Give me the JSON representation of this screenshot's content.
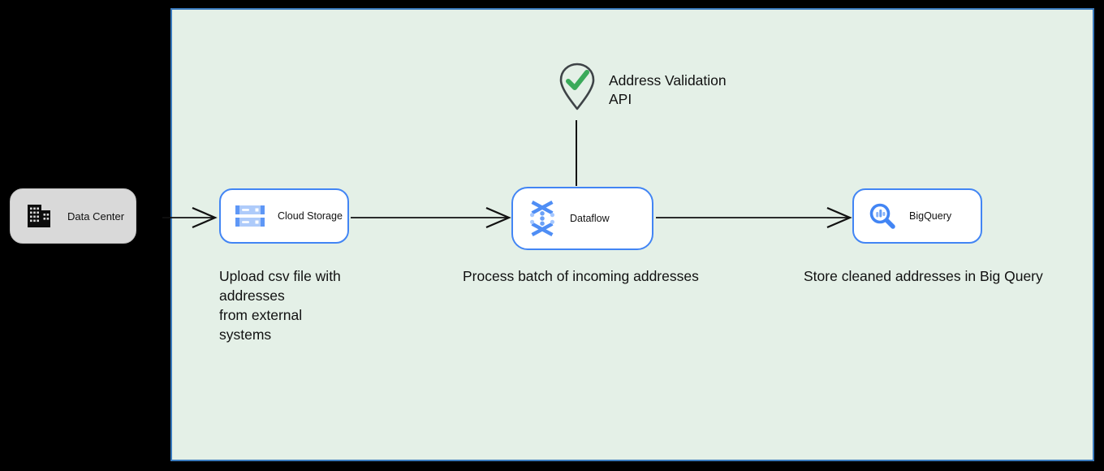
{
  "diagram": {
    "background": "#000000",
    "panel": {
      "fill": "#e4f0e7",
      "border_color": "#3a7abd"
    }
  },
  "colors": {
    "node_border": "#4285f4",
    "service_fill": "#ffffff",
    "datacenter_fill": "#d9d9d9",
    "icon_blue": "#4285f4",
    "icon_blue_medium": "#5e97f6",
    "icon_blue_light": "#aecbfa",
    "check_green": "#3aaa5a",
    "pin_outline": "#3e4347",
    "connector": "#111111",
    "text": "#111111"
  },
  "nodes": {
    "data_center": {
      "label": "Data Center",
      "icon": "building-icon"
    },
    "cloud_storage": {
      "label": "Cloud Storage",
      "icon": "cloud-storage-icon"
    },
    "dataflow": {
      "label": "Dataflow",
      "icon": "dataflow-icon"
    },
    "bigquery": {
      "label": "BigQuery",
      "icon": "bigquery-icon"
    }
  },
  "annotations": {
    "api_label": "Address Validation\nAPI",
    "upload_note": "Upload csv file with\naddresses\nfrom external\nsystems",
    "process_note": "Process batch of incoming addresses",
    "store_note": "Store cleaned addresses in Big Query"
  },
  "connectors": [
    {
      "name": "datacenter-to-cloudstorage",
      "type": "arrow"
    },
    {
      "name": "cloudstorage-to-dataflow",
      "type": "arrow"
    },
    {
      "name": "dataflow-to-bigquery",
      "type": "arrow"
    },
    {
      "name": "validation-api-to-dataflow",
      "type": "line"
    }
  ]
}
